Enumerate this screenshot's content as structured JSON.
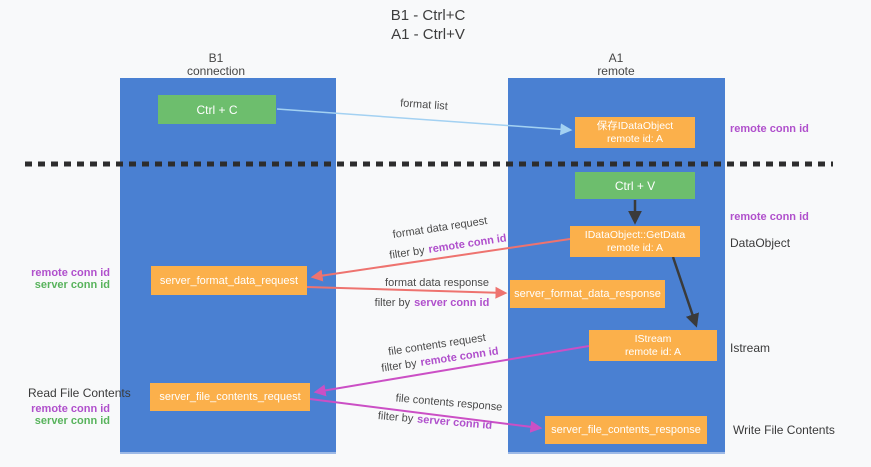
{
  "title": {
    "line1": "B1 - Ctrl+C",
    "line2": "A1 - Ctrl+V"
  },
  "lanes": {
    "left": {
      "name": "B1",
      "subtitle": "connection"
    },
    "right": {
      "name": "A1",
      "subtitle": "remote"
    }
  },
  "nodes": {
    "ctrl_c": {
      "label": "Ctrl + C"
    },
    "ctrl_v": {
      "label": "Ctrl + V"
    },
    "saved_idataobject": {
      "line1": "保存IDataObject",
      "line2": "remote id: A"
    },
    "getdata": {
      "line1": "IDataObject::GetData",
      "line2": "remote id: A"
    },
    "istream": {
      "line1": "IStream",
      "line2": "remote id: A"
    },
    "format_request": {
      "label": "server_format_data_request"
    },
    "format_response": {
      "label": "server_format_data_response"
    },
    "file_request": {
      "label": "server_file_contents_request"
    },
    "file_response": {
      "label": "server_file_contents_response"
    }
  },
  "edge_labels": {
    "format_list": "format list",
    "format_data_request": "format data request",
    "format_data_response": "format data response",
    "file_contents_request": "file contents request",
    "file_contents_response": "file contents response",
    "filter_by": "filter by"
  },
  "annotations": {
    "remote_conn_id": "remote conn id",
    "server_conn_id": "server conn id",
    "dataobject": "DataObject",
    "istream": "Istream",
    "read_file_contents": "Read File Contents",
    "write_file_contents": "Write File Contents"
  },
  "colors": {
    "lane_blue": "#4a80d2",
    "node_green": "#6dbe6d",
    "node_orange": "#fbb04b",
    "arrow_light_blue": "#a3d1f2",
    "arrow_red": "#ee736f",
    "arrow_magenta": "#cb4fc5",
    "arrow_black": "#3a3a3a",
    "label_purple": "#b050cc",
    "label_green": "#58b35c"
  }
}
